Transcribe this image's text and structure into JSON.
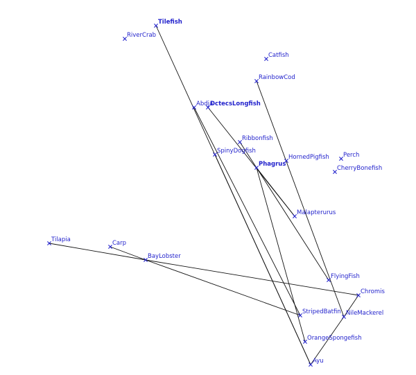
{
  "colors": {
    "node": "#2222cc",
    "edge": "#111111",
    "background": "#ffffff"
  },
  "marker_symbol": "x-cross",
  "nodes": [
    {
      "id": "tilefish",
      "label": "Tilefish",
      "bold": true
    },
    {
      "id": "rivercrab",
      "label": "RiverCrab"
    },
    {
      "id": "catfish",
      "label": "Catfish"
    },
    {
      "id": "rainbowcod",
      "label": "RainbowCod"
    },
    {
      "id": "abdja",
      "label": "Abdja"
    },
    {
      "id": "dctecslongfish",
      "label": "DctecsLongfish",
      "bold": true
    },
    {
      "id": "ribbonfish",
      "label": "Ribbonfish"
    },
    {
      "id": "spinydogfish",
      "label": "SpinyDogfish"
    },
    {
      "id": "hornedpigfish",
      "label": "HornedPigfish"
    },
    {
      "id": "perch",
      "label": "Perch"
    },
    {
      "id": "phagrus",
      "label": "Phagrus",
      "bold": true
    },
    {
      "id": "cherrybonefish",
      "label": "CherryBonefish"
    },
    {
      "id": "malapterurus",
      "label": "Malapterurus"
    },
    {
      "id": "tilapia",
      "label": "Tilapia"
    },
    {
      "id": "carp",
      "label": "Carp"
    },
    {
      "id": "baylobster",
      "label": "BayLobster"
    },
    {
      "id": "flyingfish",
      "label": "FlyingFish"
    },
    {
      "id": "chromis",
      "label": "Chromis"
    },
    {
      "id": "stripedbatfin",
      "label": "StripedBatfin"
    },
    {
      "id": "nilemackerel",
      "label": "NileMackerel"
    },
    {
      "id": "orangespongefish",
      "label": "OrangeSpongefish"
    },
    {
      "id": "ayu",
      "label": "Ayu"
    }
  ],
  "edges": [
    [
      "tilefish",
      "ayu"
    ],
    [
      "abdja",
      "stripedbatfin"
    ],
    [
      "dctecslongfish",
      "malapterurus"
    ],
    [
      "ribbonfish",
      "phagrus"
    ],
    [
      "spinydogfish",
      "ayu"
    ],
    [
      "phagrus",
      "orangespongefish"
    ],
    [
      "phagrus",
      "flyingfish"
    ],
    [
      "phagrus",
      "malapterurus"
    ],
    [
      "rainbowcod",
      "nilemackerel"
    ],
    [
      "tilapia",
      "baylobster"
    ],
    [
      "carp",
      "baylobster"
    ],
    [
      "baylobster",
      "chromis"
    ],
    [
      "baylobster",
      "stripedbatfin"
    ],
    [
      "chromis",
      "nilemackerel"
    ],
    [
      "nilemackerel",
      "ayu"
    ]
  ]
}
